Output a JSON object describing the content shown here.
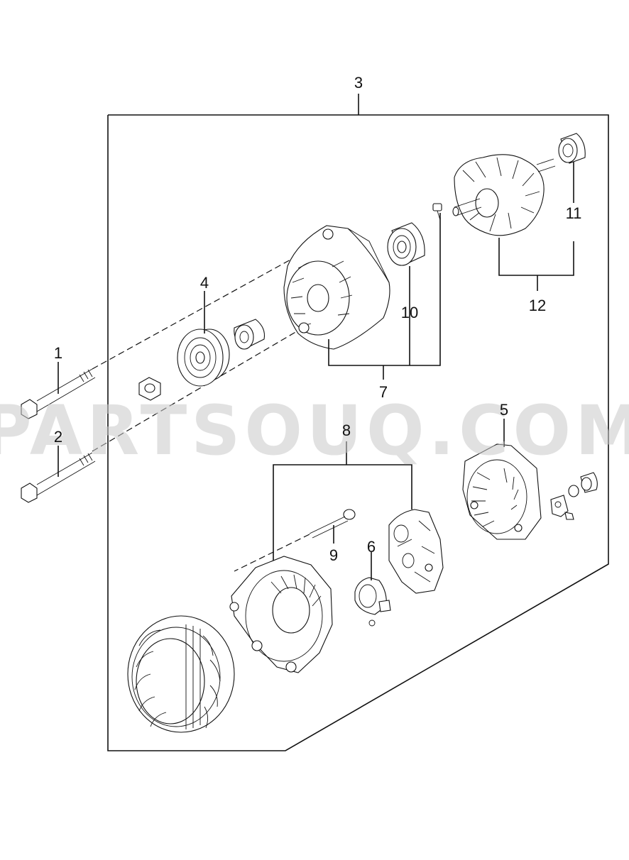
{
  "watermark": "PARTSOUQ.COM",
  "callouts": {
    "c1": "1",
    "c2": "2",
    "c3": "3",
    "c4": "4",
    "c5": "5",
    "c6": "6",
    "c7": "7",
    "c8": "8",
    "c9": "9",
    "c10": "10",
    "c11": "11",
    "c12": "12"
  }
}
